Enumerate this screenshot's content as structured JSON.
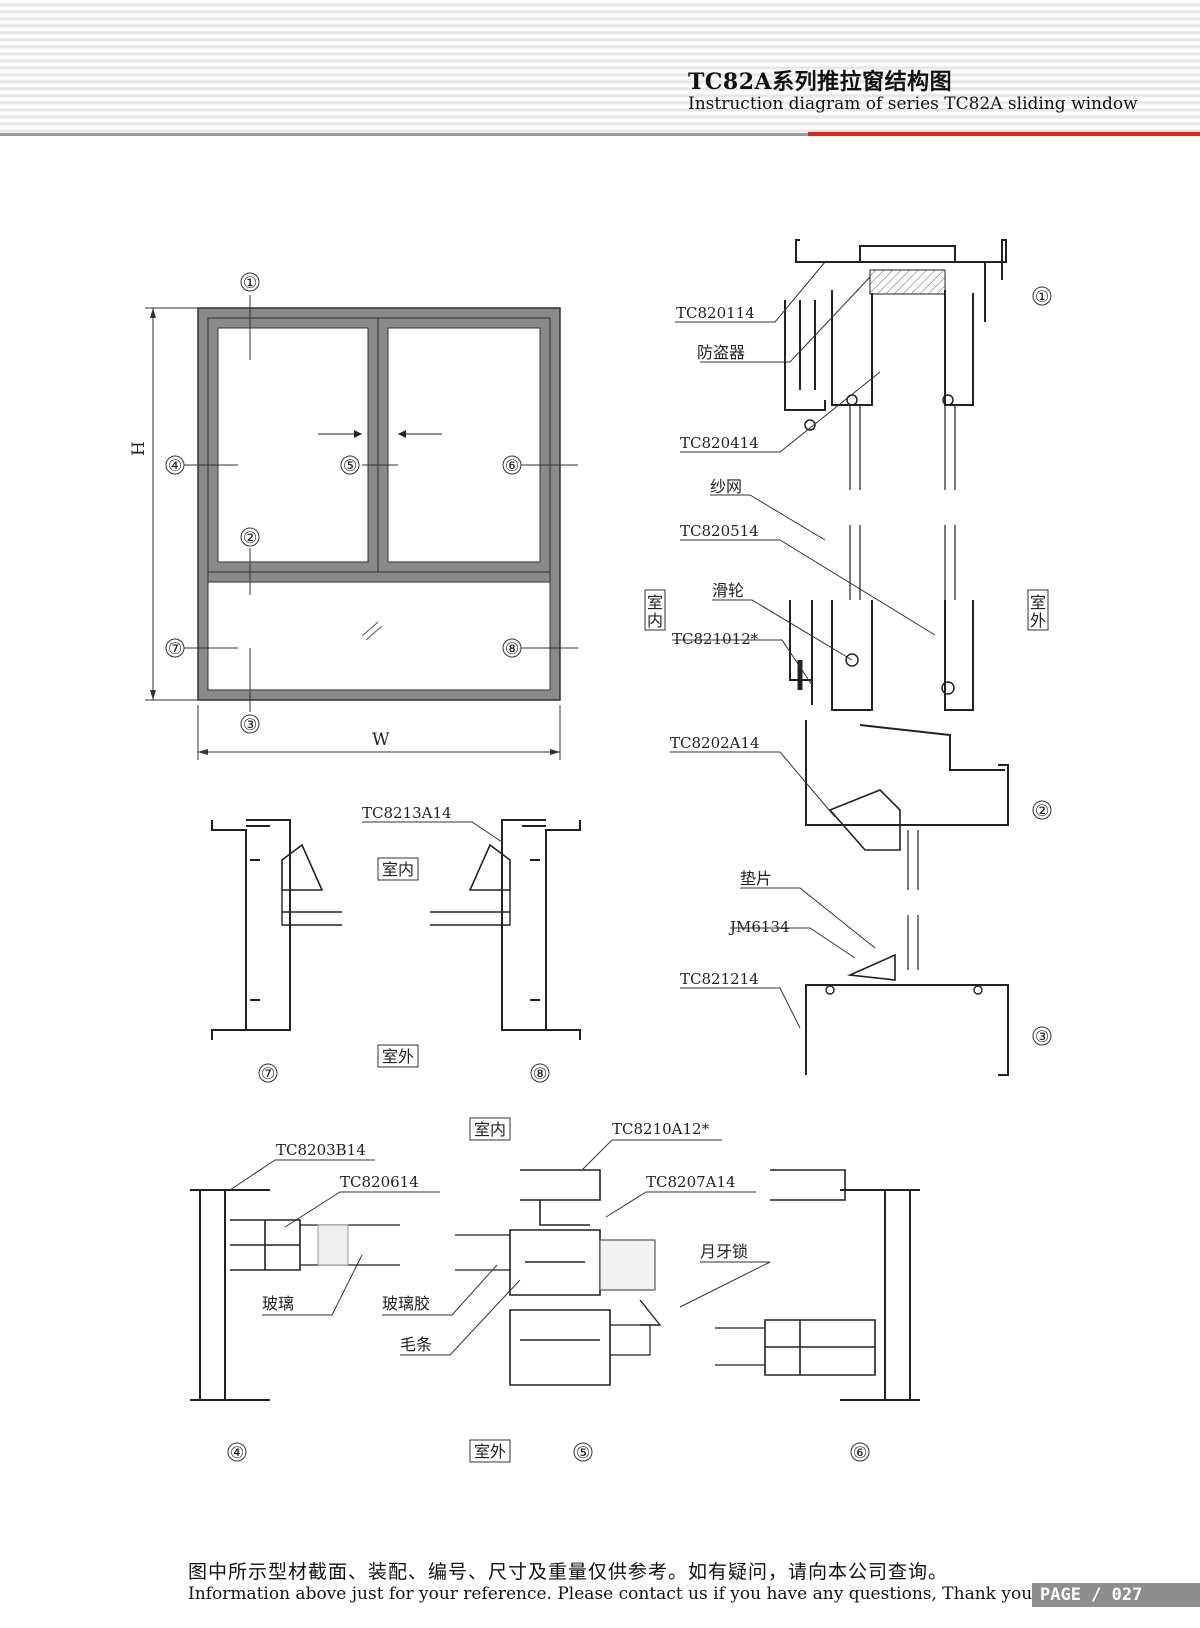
{
  "header": {
    "title_cn": "TC82A系列推拉窗结构图",
    "title_en": "Instruction diagram of series TC82A sliding window"
  },
  "elevation": {
    "height_label": "H",
    "width_label": "W",
    "markers": [
      "①",
      "②",
      "③",
      "④",
      "⑤",
      "⑥",
      "⑦",
      "⑧"
    ]
  },
  "parts": {
    "p1": "TC820114",
    "p2": "防盗器",
    "p3": "TC820414",
    "p4": "纱网",
    "p5": "TC820514",
    "p6": "滑轮",
    "p7": "TC821012*",
    "p8": "TC8202A14",
    "p9": "垫片",
    "p10": "JM6134",
    "p11": "TC821214",
    "p12": "TC8213A14",
    "p13": "TC8203B14",
    "p14": "TC820614",
    "p15": "TC8210A12*",
    "p16": "TC8207A14",
    "p17": "玻璃",
    "p18": "玻璃胶",
    "p19": "毛条",
    "p20": "月牙锁"
  },
  "sides": {
    "indoor": "室内",
    "outdoor": "室外",
    "indoor_v1": "室",
    "indoor_v2": "内",
    "outdoor_v1": "室",
    "outdoor_v2": "外"
  },
  "footer": {
    "note_cn": "图中所示型材截面、装配、编号、尺寸及重量仅供参考。如有疑问，请向本公司查询。",
    "note_en": "Information above just for your reference. Please contact us if you have any questions, Thank you!",
    "page": "PAGE / 027"
  }
}
